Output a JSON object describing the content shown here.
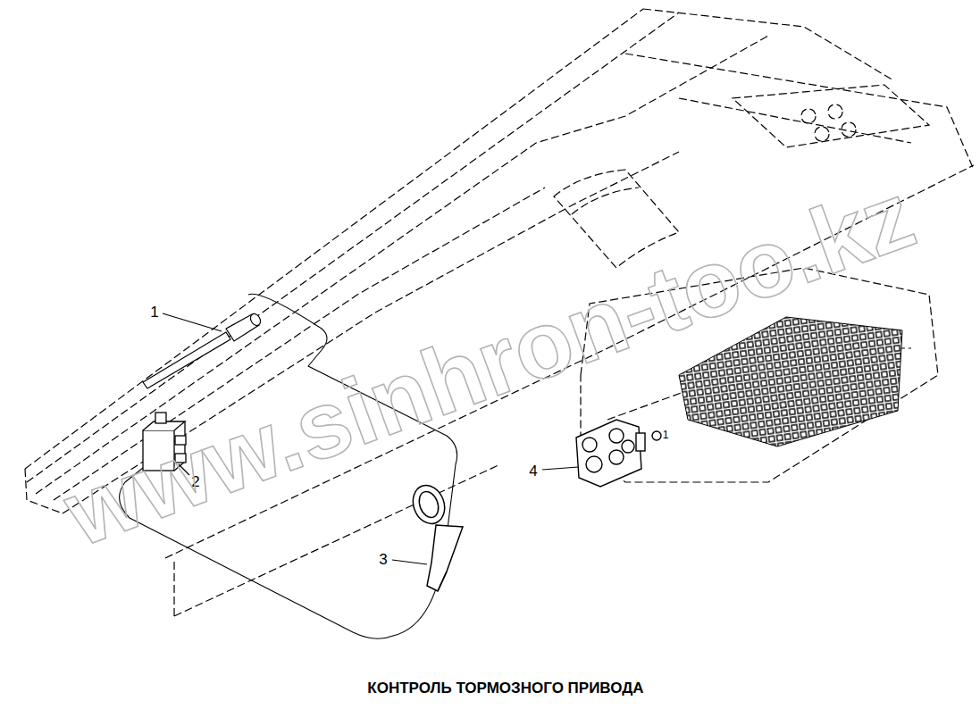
{
  "diagram": {
    "caption": "КОНТРОЛЬ ТОРМОЗНОГО ПРИВОДА",
    "labels": [
      "1",
      "2",
      "3",
      "4",
      "1",
      "www.sinhron-too.kz"
    ]
  }
}
